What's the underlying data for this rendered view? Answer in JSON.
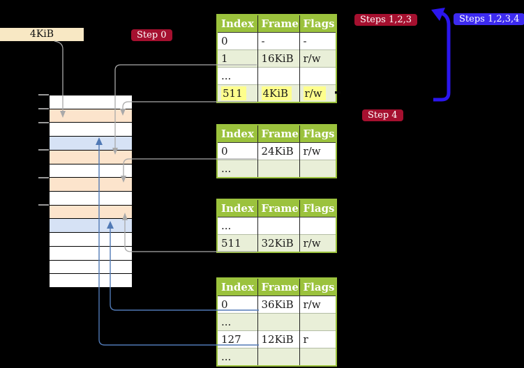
{
  "page_size_label": "4KiB",
  "badges": {
    "step0": {
      "label": "Step 0",
      "color": "#A5102F"
    },
    "steps123": {
      "label": "Steps 1,2,3",
      "color": "#A5102F"
    },
    "steps1234": {
      "label": "Steps 1,2,3,4",
      "color": "#3D2BF0"
    },
    "step4": {
      "label": "Step 4",
      "color": "#A5102F"
    }
  },
  "memory_column": {
    "rows": [
      "white",
      "peach",
      "white",
      "blue",
      "peach",
      "white",
      "peach",
      "white",
      "peach",
      "blue",
      "white",
      "white",
      "white",
      "white"
    ],
    "tick_boundaries": [
      0,
      1,
      2,
      4,
      6,
      8
    ],
    "colors": {
      "white": "#ffffff",
      "peach": "#FCE4CC",
      "blue": "#D6E2F5"
    }
  },
  "tables": [
    {
      "name": "page-table-level-1",
      "headers": [
        "Index",
        "Frame",
        "Flags"
      ],
      "rows": [
        {
          "cells": [
            "0",
            "-",
            "-"
          ],
          "shade": false,
          "highlight": false
        },
        {
          "cells": [
            "1",
            "16KiB",
            "r/w"
          ],
          "shade": true,
          "highlight": false
        },
        {
          "cells": [
            "...",
            "",
            ""
          ],
          "shade": false,
          "highlight": false
        },
        {
          "cells": [
            "511",
            "4KiB",
            "r/w"
          ],
          "shade": true,
          "highlight": true
        }
      ]
    },
    {
      "name": "page-table-level-2",
      "headers": [
        "Index",
        "Frame",
        "Flags"
      ],
      "rows": [
        {
          "cells": [
            "0",
            "24KiB",
            "r/w"
          ],
          "shade": false,
          "highlight": false
        },
        {
          "cells": [
            "...",
            "",
            ""
          ],
          "shade": true,
          "highlight": false
        }
      ]
    },
    {
      "name": "page-table-level-3",
      "headers": [
        "Index",
        "Frame",
        "Flags"
      ],
      "rows": [
        {
          "cells": [
            "...",
            "",
            ""
          ],
          "shade": false,
          "highlight": false
        },
        {
          "cells": [
            "511",
            "32KiB",
            "r/w"
          ],
          "shade": true,
          "highlight": false
        }
      ]
    },
    {
      "name": "page-table-level-4",
      "headers": [
        "Index",
        "Frame",
        "Flags"
      ],
      "rows": [
        {
          "cells": [
            "0",
            "36KiB",
            "r/w"
          ],
          "shade": false,
          "highlight": false
        },
        {
          "cells": [
            "...",
            "",
            ""
          ],
          "shade": true,
          "highlight": false
        },
        {
          "cells": [
            "127",
            "12KiB",
            "r"
          ],
          "shade": false,
          "highlight": false
        },
        {
          "cells": [
            "...",
            "",
            ""
          ],
          "shade": true,
          "highlight": false
        }
      ]
    }
  ],
  "connector_colors": {
    "gray": "#A9A9A9",
    "blue": "#5079B5",
    "thick_blue": "#2B16EE"
  }
}
